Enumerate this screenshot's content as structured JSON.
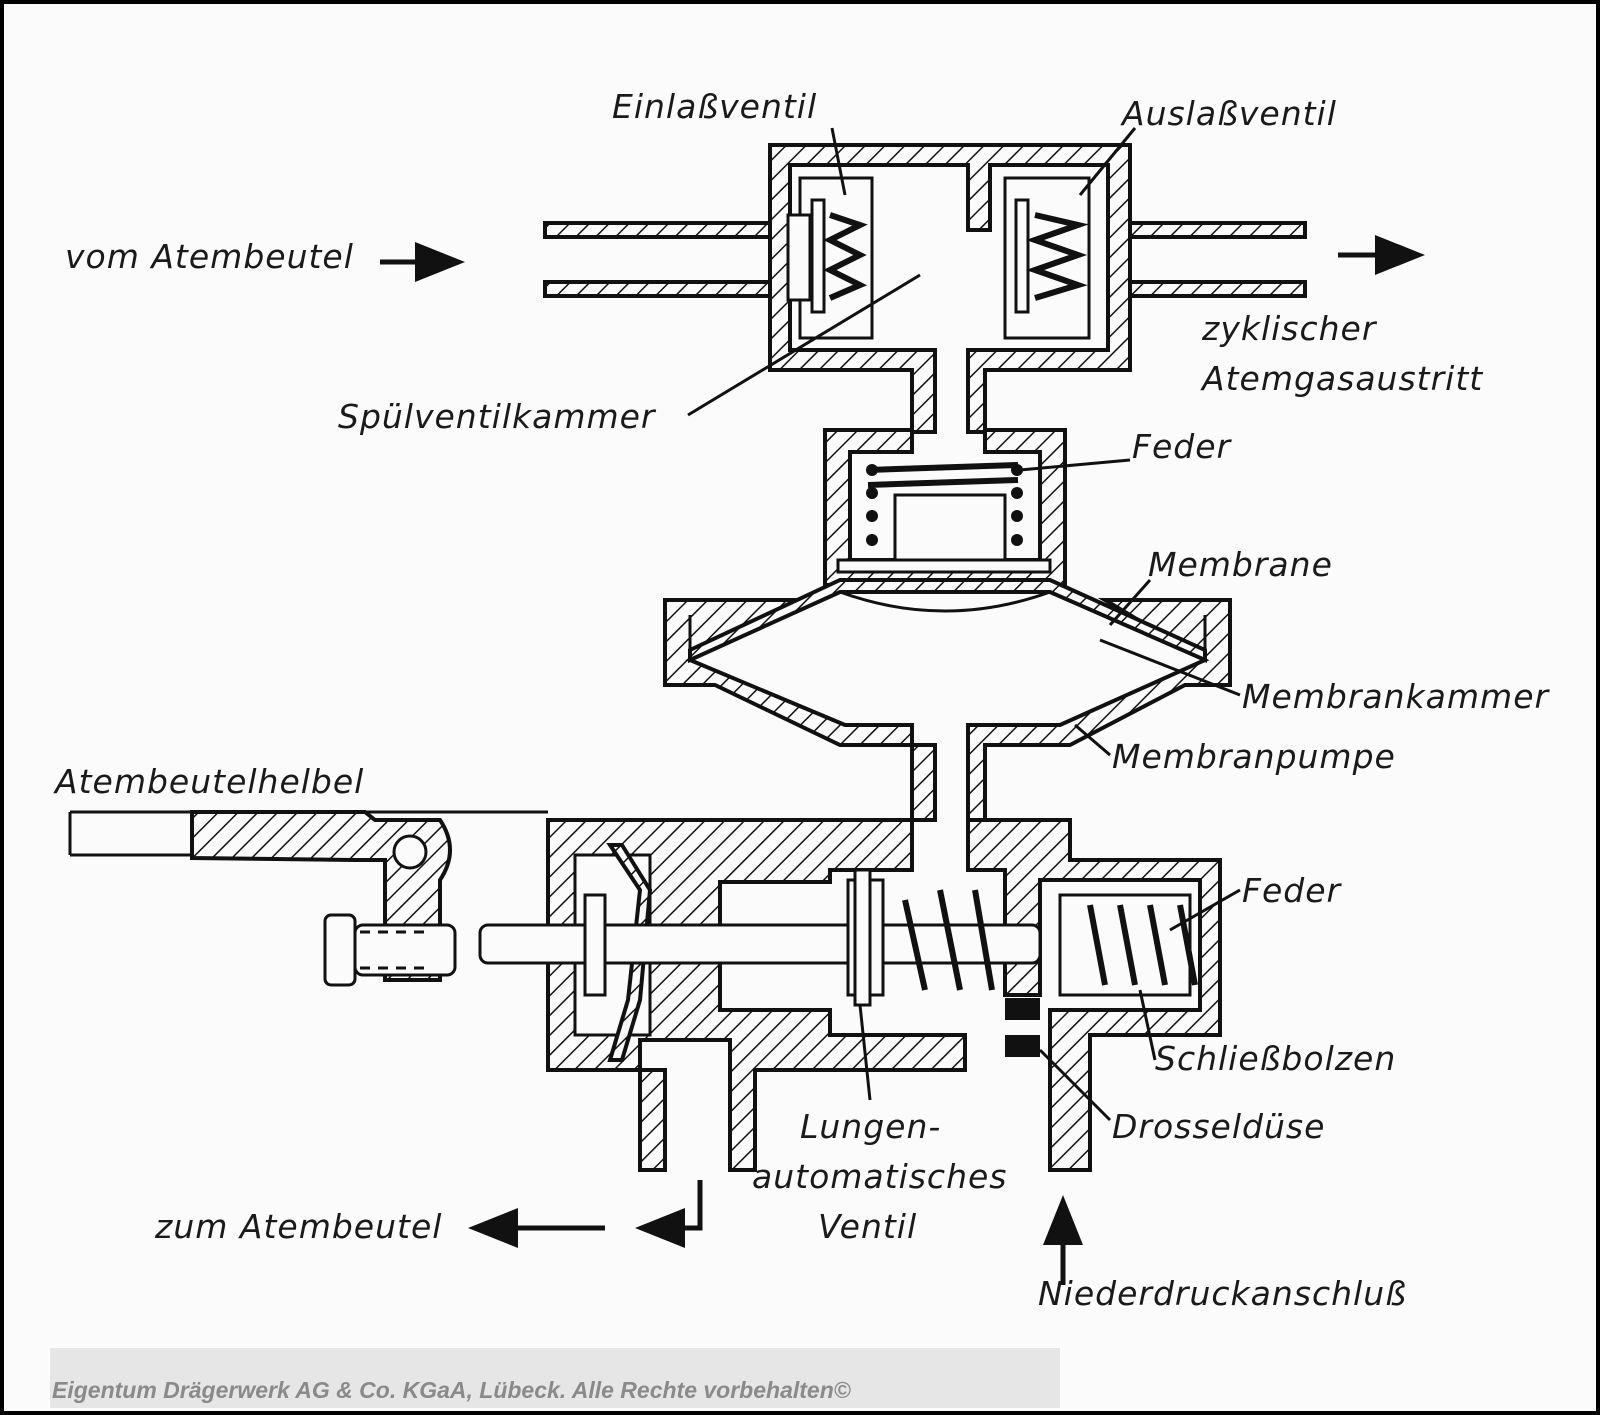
{
  "labels": {
    "inlet_valve": "Einlaßventil",
    "outlet_valve": "Auslaßventil",
    "from_bag": "vom Atembeutel",
    "cyclic_exit_1": "zyklischer",
    "cyclic_exit_2": "Atemgasaustritt",
    "flush_chamber": "Spülventilkammer",
    "spring_top": "Feder",
    "membrane": "Membrane",
    "membrane_chamber": "Membrankammer",
    "membrane_pump": "Membranpumpe",
    "bag_lever": "Atembeutelhelbel",
    "spring_bottom": "Feder",
    "locking_bolt": "Schließbolzen",
    "throttle_nozzle": "Drosseldüse",
    "lung_valve_1": "Lungen-",
    "lung_valve_2": "automatisches",
    "lung_valve_3": "Ventil",
    "to_bag": "zum Atembeutel",
    "low_pressure": "Niederdruckanschluß"
  },
  "footer": {
    "copyright": "Eigentum Drägerwerk AG & Co. KGaA, Lübeck. Alle Rechte vorbehalten©"
  },
  "colors": {
    "background": "#fbfbfb",
    "ink": "#111111",
    "credit_band": "#e6e6e6",
    "credit_text": "#8a8a8a"
  }
}
